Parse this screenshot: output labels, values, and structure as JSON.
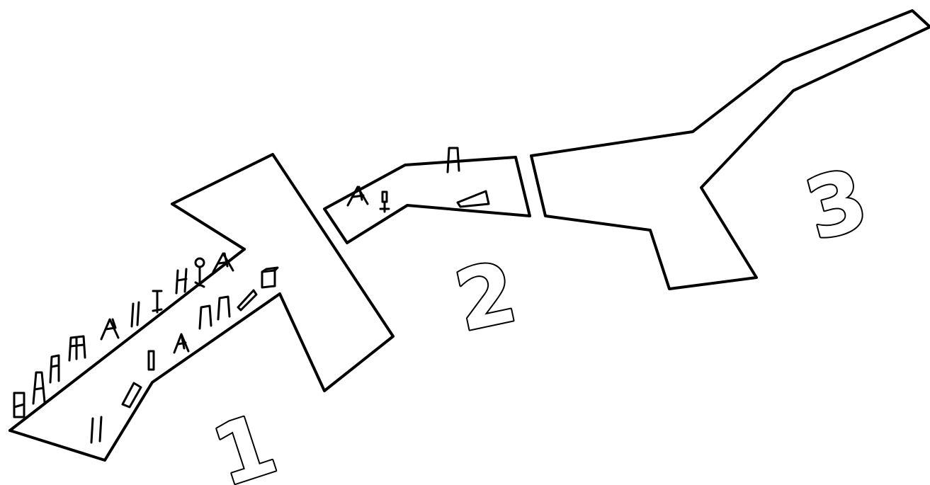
{
  "areas": [
    {
      "id": "area-1",
      "label": "1"
    },
    {
      "id": "area-2",
      "label": "2"
    },
    {
      "id": "area-3",
      "label": "3"
    }
  ],
  "colors": {
    "ink": "#000000",
    "paper": "#ffffff"
  },
  "furniture_icons": [
    "swing-icon",
    "bench-icon",
    "gate-icon",
    "post-icon",
    "lamp-icon"
  ]
}
